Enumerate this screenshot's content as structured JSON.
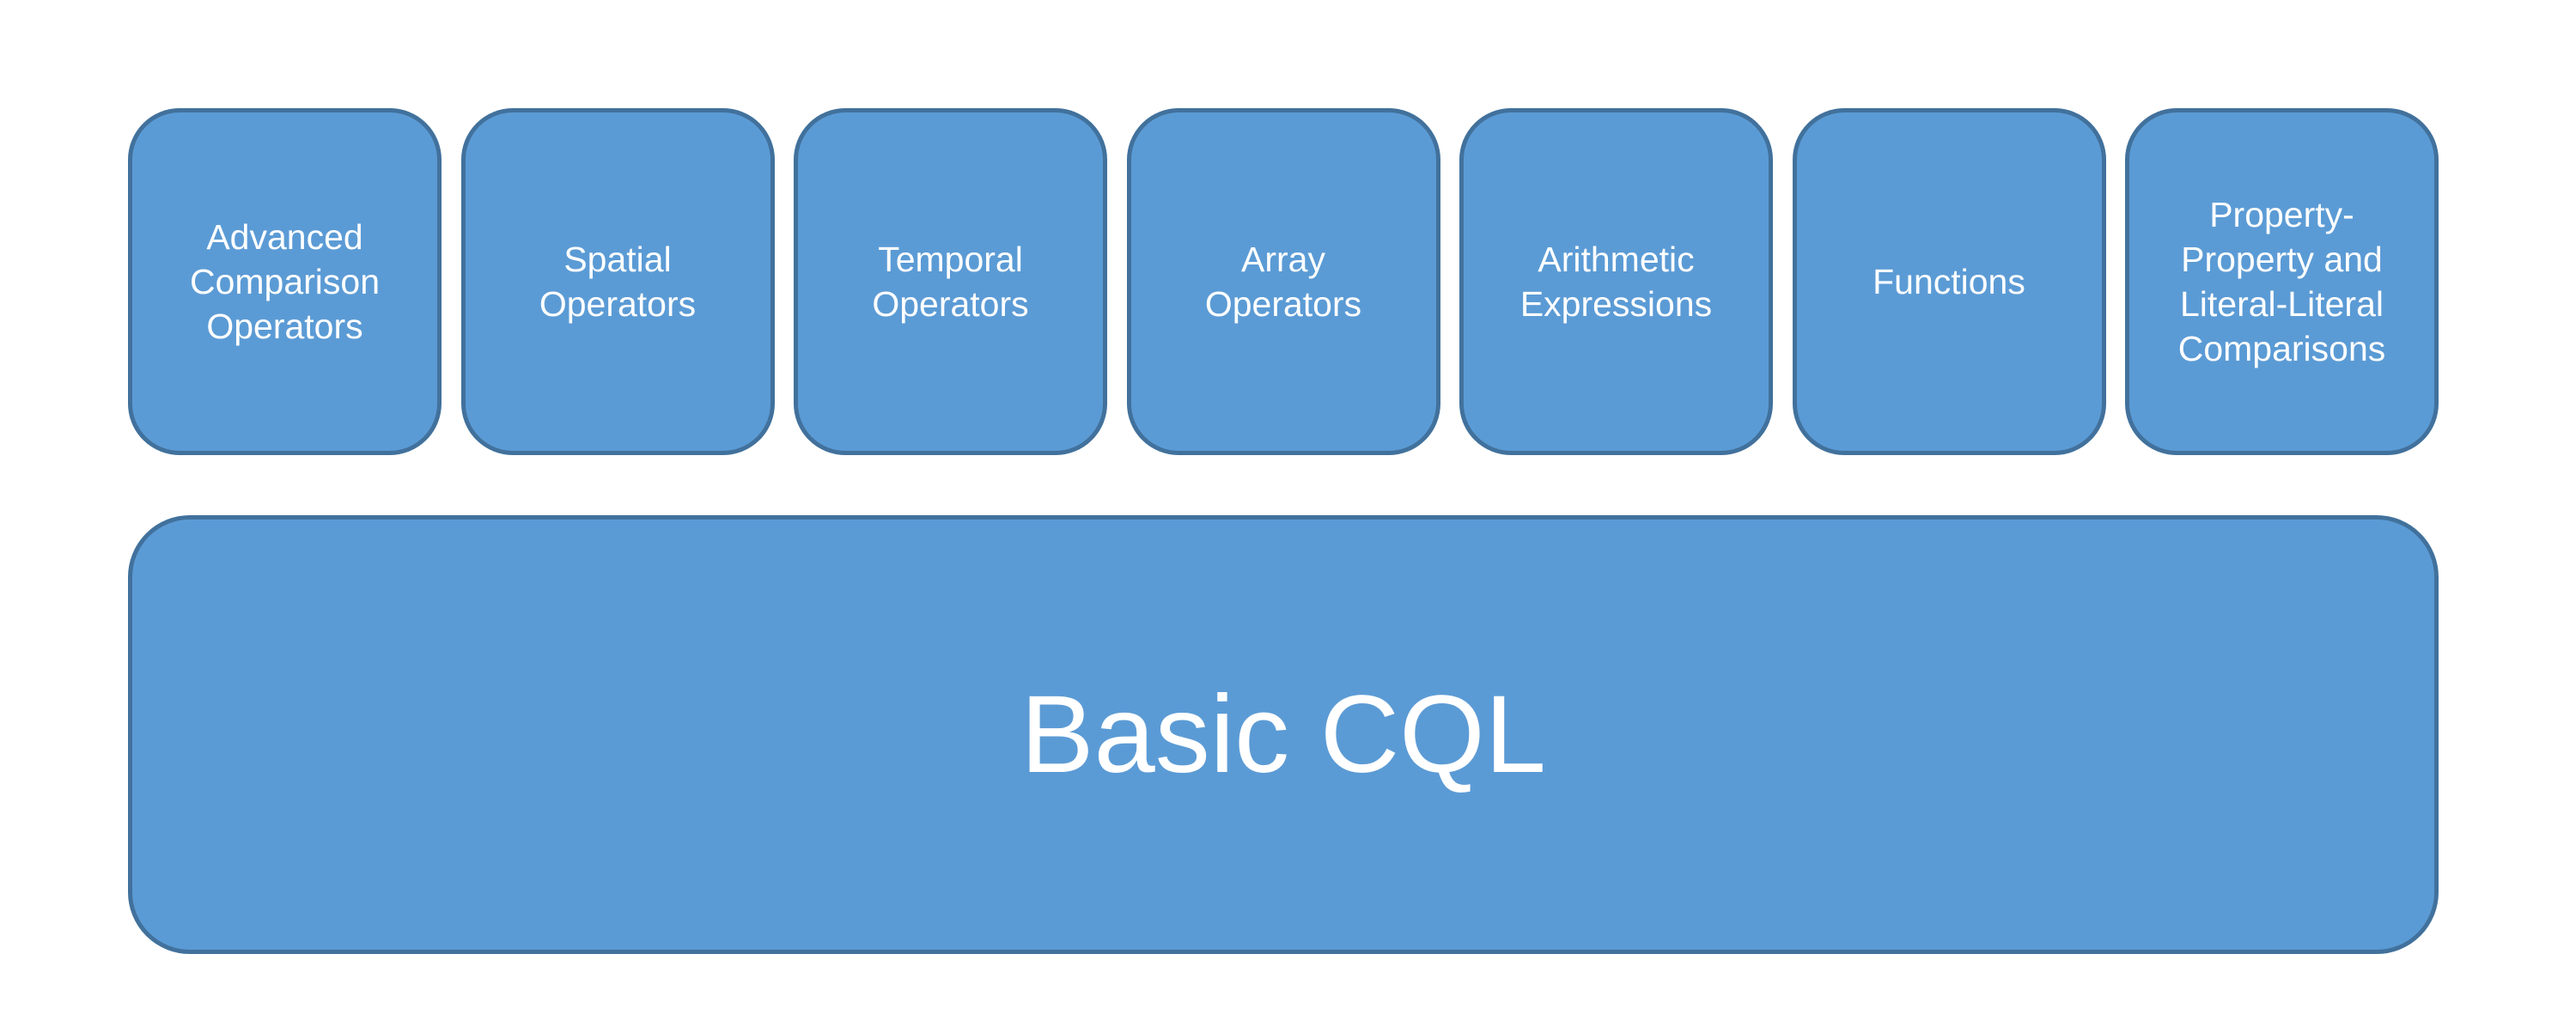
{
  "modules": [
    {
      "id": "advanced-comparison-operators",
      "label": "Advanced\nComparison\nOperators"
    },
    {
      "id": "spatial-operators",
      "label": "Spatial\nOperators"
    },
    {
      "id": "temporal-operators",
      "label": "Temporal\nOperators"
    },
    {
      "id": "array-operators",
      "label": "Array\nOperators"
    },
    {
      "id": "arithmetic-expressions",
      "label": "Arithmetic\nExpressions"
    },
    {
      "id": "functions",
      "label": "Functions"
    },
    {
      "id": "property-property-comparisons",
      "label": "Property-\nProperty and\nLiteral-Literal\nComparisons"
    }
  ],
  "base": {
    "label": "Basic CQL"
  },
  "colors": {
    "fill": "#5b9bd5",
    "border": "#41719c",
    "text": "#ffffff"
  }
}
